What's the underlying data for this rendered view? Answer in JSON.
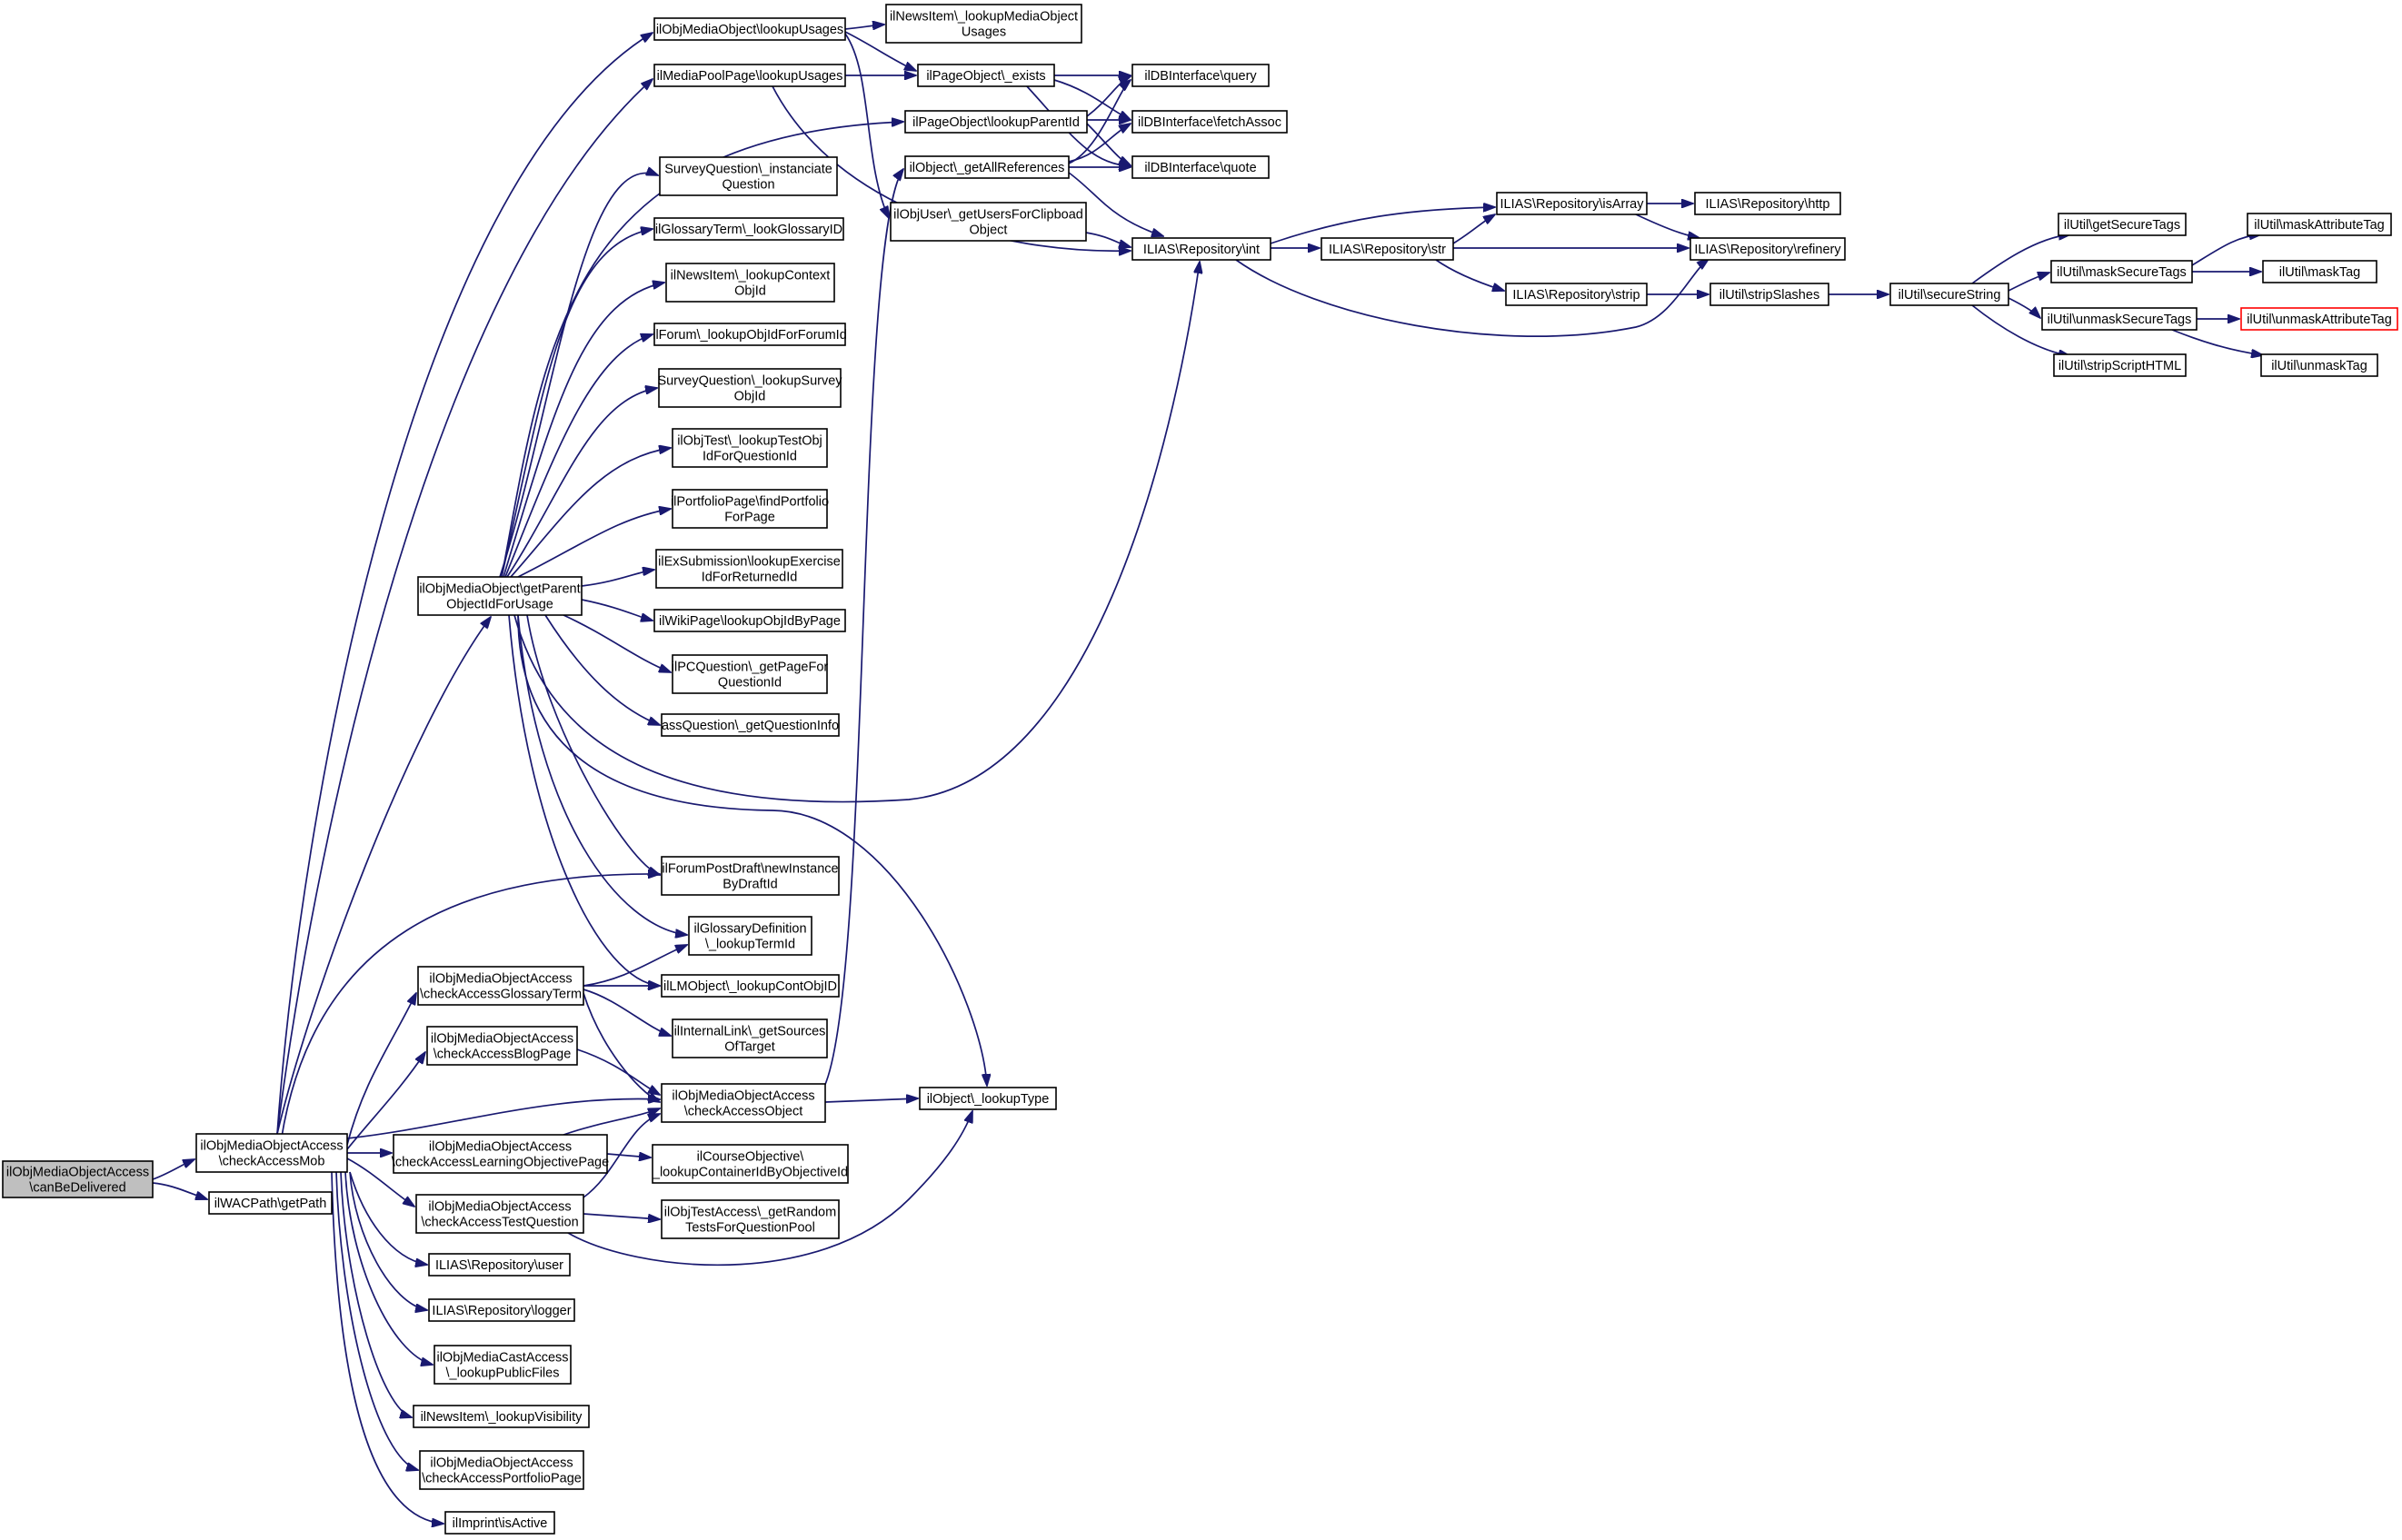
{
  "colors": {
    "edge": "#191970",
    "node_border": "#000000",
    "root_fill": "#bfbfbf",
    "highlight_border": "#ff0000",
    "background": "#ffffff"
  },
  "nodes": [
    {
      "id": "root",
      "lines": [
        "ilObjMediaObjectAccess",
        "\\canBeDelivered"
      ]
    },
    {
      "id": "checkAccessMob",
      "lines": [
        "ilObjMediaObjectAccess",
        "\\checkAccessMob"
      ]
    },
    {
      "id": "getPath",
      "lines": [
        "ilWACPath\\getPath"
      ]
    },
    {
      "id": "lookupUsages",
      "lines": [
        "ilObjMediaObject\\lookupUsages"
      ]
    },
    {
      "id": "newsLookupMOUsages",
      "lines": [
        "ilNewsItem\\_lookupMediaObject",
        "Usages"
      ]
    },
    {
      "id": "mpLookupUsages",
      "lines": [
        "ilMediaPoolPage\\lookupUsages"
      ]
    },
    {
      "id": "pageExists",
      "lines": [
        "ilPageObject\\_exists"
      ]
    },
    {
      "id": "pageLookupParentId",
      "lines": [
        "ilPageObject\\lookupParentId"
      ]
    },
    {
      "id": "getAllReferences",
      "lines": [
        "ilObject\\_getAllReferences"
      ]
    },
    {
      "id": "getUsersForClipboard",
      "lines": [
        "ilObjUser\\_getUsersForClipboad",
        "Object"
      ]
    },
    {
      "id": "dbQuery",
      "lines": [
        "ilDBInterface\\query"
      ]
    },
    {
      "id": "dbFetchAssoc",
      "lines": [
        "ilDBInterface\\fetchAssoc"
      ]
    },
    {
      "id": "dbQuote",
      "lines": [
        "ilDBInterface\\quote"
      ]
    },
    {
      "id": "repoInt",
      "lines": [
        "ILIAS\\Repository\\int"
      ]
    },
    {
      "id": "repoStr",
      "lines": [
        "ILIAS\\Repository\\str"
      ]
    },
    {
      "id": "repoIsArray",
      "lines": [
        "ILIAS\\Repository\\isArray"
      ]
    },
    {
      "id": "repoHttp",
      "lines": [
        "ILIAS\\Repository\\http"
      ]
    },
    {
      "id": "repoRefinery",
      "lines": [
        "ILIAS\\Repository\\refinery"
      ]
    },
    {
      "id": "repoStrip",
      "lines": [
        "ILIAS\\Repository\\strip"
      ]
    },
    {
      "id": "stripSlashes",
      "lines": [
        "ilUtil\\stripSlashes"
      ]
    },
    {
      "id": "secureString",
      "lines": [
        "ilUtil\\secureString"
      ]
    },
    {
      "id": "getSecureTags",
      "lines": [
        "ilUtil\\getSecureTags"
      ]
    },
    {
      "id": "maskSecureTags",
      "lines": [
        "ilUtil\\maskSecureTags"
      ]
    },
    {
      "id": "unmaskSecureTags",
      "lines": [
        "ilUtil\\unmaskSecureTags"
      ]
    },
    {
      "id": "stripScriptHTML",
      "lines": [
        "ilUtil\\stripScriptHTML"
      ]
    },
    {
      "id": "maskAttributeTag",
      "lines": [
        "ilUtil\\maskAttributeTag"
      ]
    },
    {
      "id": "maskTag",
      "lines": [
        "ilUtil\\maskTag"
      ]
    },
    {
      "id": "unmaskAttributeTag",
      "lines": [
        "ilUtil\\unmaskAttributeTag"
      ]
    },
    {
      "id": "unmaskTag",
      "lines": [
        "ilUtil\\unmaskTag"
      ]
    },
    {
      "id": "surveyInstanciate",
      "lines": [
        "SurveyQuestion\\_instanciate",
        "Question"
      ]
    },
    {
      "id": "glossaryLookGlossaryID",
      "lines": [
        "ilGlossaryTerm\\_lookGlossaryID"
      ]
    },
    {
      "id": "newsLookupContextObjId",
      "lines": [
        "ilNewsItem\\_lookupContext",
        "ObjId"
      ]
    },
    {
      "id": "forumLookupObjId",
      "lines": [
        "ilForum\\_lookupObjIdForForumId"
      ]
    },
    {
      "id": "surveyLookupSurveyObjId",
      "lines": [
        "SurveyQuestion\\_lookupSurvey",
        "ObjId"
      ]
    },
    {
      "id": "testLookupTestObjId",
      "lines": [
        "ilObjTest\\_lookupTestObj",
        "IdForQuestionId"
      ]
    },
    {
      "id": "portfolioFind",
      "lines": [
        "ilPortfolioPage\\findPortfolio",
        "ForPage"
      ]
    },
    {
      "id": "exSubmissionLookup",
      "lines": [
        "ilExSubmission\\lookupExercise",
        "IdForReturnedId"
      ]
    },
    {
      "id": "wikiLookup",
      "lines": [
        "ilWikiPage\\lookupObjIdByPage"
      ]
    },
    {
      "id": "pcQuestion",
      "lines": [
        "ilPCQuestion\\_getPageFor",
        "QuestionId"
      ]
    },
    {
      "id": "assQuestionInfo",
      "lines": [
        "assQuestion\\_getQuestionInfo"
      ]
    },
    {
      "id": "getParentObjectIdForUsage",
      "lines": [
        "ilObjMediaObject\\getParent",
        "ObjectIdForUsage"
      ]
    },
    {
      "id": "forumPostDraft",
      "lines": [
        "ilForumPostDraft\\newInstance",
        "ByDraftId"
      ]
    },
    {
      "id": "glossaryDefLookupTermId",
      "lines": [
        "ilGlossaryDefinition",
        "\\_lookupTermId"
      ]
    },
    {
      "id": "lmLookupContObjID",
      "lines": [
        "ilLMObject\\_lookupContObjID"
      ]
    },
    {
      "id": "internalLinkGetSources",
      "lines": [
        "ilInternalLink\\_getSources",
        "OfTarget"
      ]
    },
    {
      "id": "checkAccessGlossaryTerm",
      "lines": [
        "ilObjMediaObjectAccess",
        "\\checkAccessGlossaryTerm"
      ]
    },
    {
      "id": "checkAccessBlogPage",
      "lines": [
        "ilObjMediaObjectAccess",
        "\\checkAccessBlogPage"
      ]
    },
    {
      "id": "checkAccessObject",
      "lines": [
        "ilObjMediaObjectAccess",
        "\\checkAccessObject"
      ]
    },
    {
      "id": "objectLookupType",
      "lines": [
        "ilObject\\_lookupType"
      ]
    },
    {
      "id": "checkAccessLOPage",
      "lines": [
        "ilObjMediaObjectAccess",
        "\\checkAccessLearningObjectivePage"
      ]
    },
    {
      "id": "courseObjectiveLookup",
      "lines": [
        "ilCourseObjective\\",
        "_lookupContainerIdByObjectiveId"
      ]
    },
    {
      "id": "checkAccessTestQuestion",
      "lines": [
        "ilObjMediaObjectAccess",
        "\\checkAccessTestQuestion"
      ]
    },
    {
      "id": "testAccessGetRandom",
      "lines": [
        "ilObjTestAccess\\_getRandom",
        "TestsForQuestionPool"
      ]
    },
    {
      "id": "repoUser",
      "lines": [
        "ILIAS\\Repository\\user"
      ]
    },
    {
      "id": "repoLogger",
      "lines": [
        "ILIAS\\Repository\\logger"
      ]
    },
    {
      "id": "mediaCastLookup",
      "lines": [
        "ilObjMediaCastAccess",
        "\\_lookupPublicFiles"
      ]
    },
    {
      "id": "newsLookupVisibility",
      "lines": [
        "ilNewsItem\\_lookupVisibility"
      ]
    },
    {
      "id": "checkAccessPortfolioPage",
      "lines": [
        "ilObjMediaObjectAccess",
        "\\checkAccessPortfolioPage"
      ]
    },
    {
      "id": "imprintIsActive",
      "lines": [
        "ilImprint\\isActive"
      ]
    }
  ]
}
